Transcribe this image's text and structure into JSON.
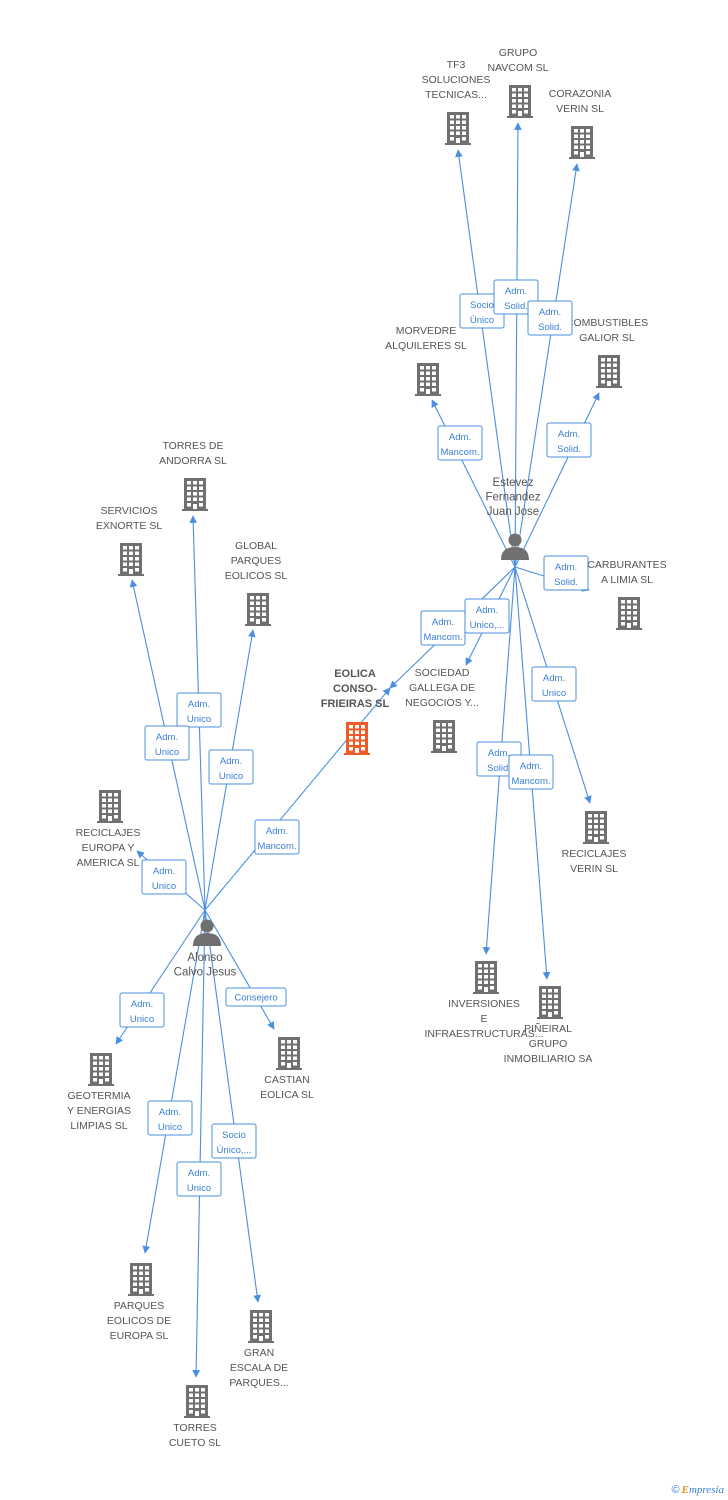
{
  "colors": {
    "edge": "#4a8fe0",
    "company": "#707070",
    "focus_company": "#f05a28",
    "person": "#707070",
    "role_text": "#3a7fd6"
  },
  "icons": {
    "company": "building-icon",
    "person": "person-icon"
  },
  "persons": [
    {
      "id": "estevez",
      "label": [
        "Estevez",
        "Fernandez",
        "Juan Jose"
      ]
    },
    {
      "id": "alonso",
      "label": [
        "Alonso",
        "Calvo Jesus"
      ]
    }
  ],
  "companies": [
    {
      "id": "tf3",
      "label": [
        "TF3",
        "SOLUCIONES",
        "TECNICAS..."
      ]
    },
    {
      "id": "navcom",
      "label": [
        "GRUPO",
        "NAVCOM  SL"
      ]
    },
    {
      "id": "corazonia",
      "label": [
        "CORAZONIA",
        "VERIN SL"
      ]
    },
    {
      "id": "morvedre",
      "label": [
        "MORVEDRE",
        "ALQUILERES SL"
      ]
    },
    {
      "id": "galior",
      "label": [
        "COMBUSTIBLES",
        "GALIOR SL"
      ]
    },
    {
      "id": "carburantes",
      "label": [
        "CARBURANTES",
        "A LIMIA  SL"
      ]
    },
    {
      "id": "eolica",
      "label": [
        "EOLICA",
        "CONSO-",
        "FRIEIRAS SL"
      ],
      "focus": true
    },
    {
      "id": "sociedad",
      "label": [
        "SOCIEDAD",
        "GALLEGA DE",
        "NEGOCIOS Y..."
      ]
    },
    {
      "id": "reciclajes_verin",
      "label": [
        "RECICLAJES",
        "VERIN SL"
      ]
    },
    {
      "id": "inversiones",
      "label": [
        "INVERSIONES",
        "E",
        "INFRAESTRUCTURAS..."
      ]
    },
    {
      "id": "pineiral",
      "label": [
        "PIÑEIRAL",
        "GRUPO",
        "INMOBILIARIO SA"
      ]
    },
    {
      "id": "andorra",
      "label": [
        "TORRES DE",
        "ANDORRA SL"
      ]
    },
    {
      "id": "exnorte",
      "label": [
        "SERVICIOS",
        "EXNORTE SL"
      ]
    },
    {
      "id": "global",
      "label": [
        "GLOBAL",
        "PARQUES",
        "EOLICOS SL"
      ]
    },
    {
      "id": "reciclajes_europa",
      "label": [
        "RECICLAJES",
        "EUROPA Y",
        "AMERICA SL"
      ]
    },
    {
      "id": "geotermia",
      "label": [
        "GEOTERMIA",
        "Y ENERGIAS",
        "LIMPIAS SL"
      ]
    },
    {
      "id": "castian",
      "label": [
        "CASTIAN",
        "EOLICA SL"
      ]
    },
    {
      "id": "parques_europa",
      "label": [
        "PARQUES",
        "EOLICOS DE",
        "EUROPA SL"
      ]
    },
    {
      "id": "gran_escala",
      "label": [
        "GRAN",
        "ESCALA DE",
        "PARQUES..."
      ]
    },
    {
      "id": "torres_cueto",
      "label": [
        "TORRES",
        "CUETO SL"
      ]
    }
  ],
  "relations": [
    {
      "from": "estevez",
      "to": "tf3",
      "role": [
        "Socio",
        "Único"
      ]
    },
    {
      "from": "estevez",
      "to": "navcom",
      "role": [
        "Adm.",
        "Solid."
      ]
    },
    {
      "from": "estevez",
      "to": "corazonia",
      "role": [
        "Adm.",
        "Solid."
      ]
    },
    {
      "from": "estevez",
      "to": "morvedre",
      "role": [
        "Adm.",
        "Mancom."
      ]
    },
    {
      "from": "estevez",
      "to": "galior",
      "role": [
        "Adm.",
        "Solid."
      ]
    },
    {
      "from": "estevez",
      "to": "carburantes",
      "role": [
        "Adm.",
        "Solid."
      ]
    },
    {
      "from": "estevez",
      "to": "eolica",
      "role": [
        "Adm.",
        "Mancom."
      ]
    },
    {
      "from": "estevez",
      "to": "sociedad",
      "role": [
        "Adm.",
        "Unico,..."
      ]
    },
    {
      "from": "estevez",
      "to": "reciclajes_verin",
      "role": [
        "Adm.",
        "Unico"
      ]
    },
    {
      "from": "estevez",
      "to": "inversiones",
      "role": [
        "Adm.",
        "Solid."
      ]
    },
    {
      "from": "estevez",
      "to": "pineiral",
      "role": [
        "Adm.",
        "Mancom."
      ]
    },
    {
      "from": "alonso",
      "to": "andorra",
      "role": [
        "Adm.",
        "Unico"
      ]
    },
    {
      "from": "alonso",
      "to": "exnorte",
      "role": [
        "Adm.",
        "Unico"
      ]
    },
    {
      "from": "alonso",
      "to": "global",
      "role": [
        "Adm.",
        "Unico"
      ]
    },
    {
      "from": "alonso",
      "to": "eolica",
      "role": [
        "Adm.",
        "Mancom."
      ]
    },
    {
      "from": "alonso",
      "to": "reciclajes_europa",
      "role": [
        "Adm.",
        "Unico"
      ]
    },
    {
      "from": "alonso",
      "to": "geotermia",
      "role": [
        "Adm.",
        "Unico"
      ]
    },
    {
      "from": "alonso",
      "to": "castian",
      "role": [
        "Consejero"
      ]
    },
    {
      "from": "alonso",
      "to": "parques_europa",
      "role": [
        "Adm.",
        "Unico"
      ]
    },
    {
      "from": "alonso",
      "to": "gran_escala",
      "role": [
        "Socio",
        "Único,..."
      ]
    },
    {
      "from": "alonso",
      "to": "torres_cueto",
      "role": [
        "Adm.",
        "Unico"
      ]
    }
  ],
  "footer": {
    "copyright": "©",
    "brand_first": "E",
    "brand_rest": "mpresia"
  }
}
